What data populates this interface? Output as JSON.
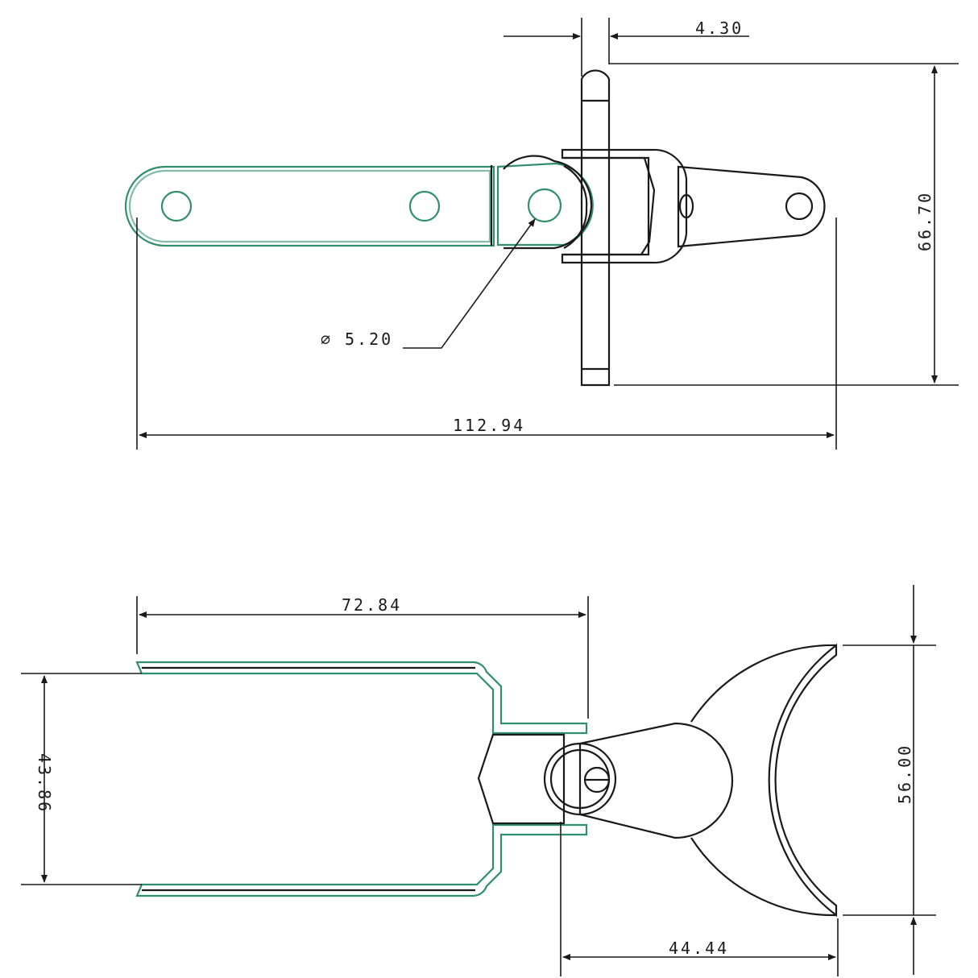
{
  "top_view": {
    "dim_pin_width": "4.30",
    "dim_height": "66.70",
    "dim_hole": "5.20",
    "dim_hole_symbol": "∅",
    "dim_length": "112.94"
  },
  "bottom_view": {
    "dim_strap_length": "72.84",
    "dim_strap_spread": "43.86",
    "dim_hook_height": "56.00",
    "dim_hook_length": "44.44"
  },
  "colors": {
    "line": "#1a1a1a",
    "accent": "#2f8f6a",
    "background": "#ffffff"
  }
}
